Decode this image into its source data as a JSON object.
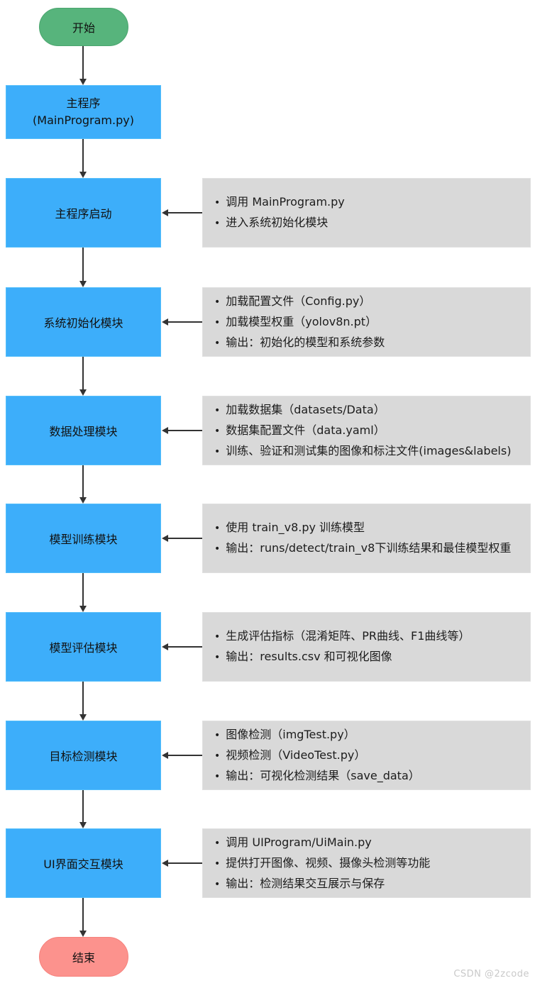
{
  "diagram": {
    "start_label": "开始",
    "end_label": "结束",
    "main_box": {
      "line1": "主程序",
      "line2": "(MainProgram.py)"
    },
    "modules": [
      {
        "label": "主程序启动",
        "notes": [
          "调用 MainProgram.py",
          "进入系统初始化模块"
        ]
      },
      {
        "label": "系统初始化模块",
        "notes": [
          "加载配置文件（Config.py）",
          "加载模型权重（yolov8n.pt）",
          "输出：初始化的模型和系统参数"
        ]
      },
      {
        "label": "数据处理模块",
        "notes": [
          "加载数据集（datasets/Data）",
          "数据集配置文件（data.yaml）",
          "训练、验证和测试集的图像和标注文件(images&labels)"
        ]
      },
      {
        "label": "模型训练模块",
        "notes": [
          "使用 train_v8.py 训练模型",
          "输出：runs/detect/train_v8下训练结果和最佳模型权重"
        ]
      },
      {
        "label": "模型评估模块",
        "notes": [
          "生成评估指标（混淆矩阵、PR曲线、F1曲线等）",
          "输出：results.csv 和可视化图像"
        ]
      },
      {
        "label": "目标检测模块",
        "notes": [
          "图像检测（imgTest.py）",
          "视频检测（VideoTest.py）",
          "输出：可视化检测结果（save_data）"
        ]
      },
      {
        "label": "UI界面交互模块",
        "notes": [
          "调用 UIProgram/UiMain.py",
          "提供打开图像、视频、摄像头检测等功能",
          "输出：检测结果交互展示与保存"
        ]
      }
    ],
    "watermark": "CSDN @2zcode",
    "colors": {
      "start_fill": "#57b47c",
      "process_fill": "#3daefa",
      "note_fill": "#d9d9d9",
      "end_fill": "#fc928d",
      "arrow": "#333333"
    }
  }
}
